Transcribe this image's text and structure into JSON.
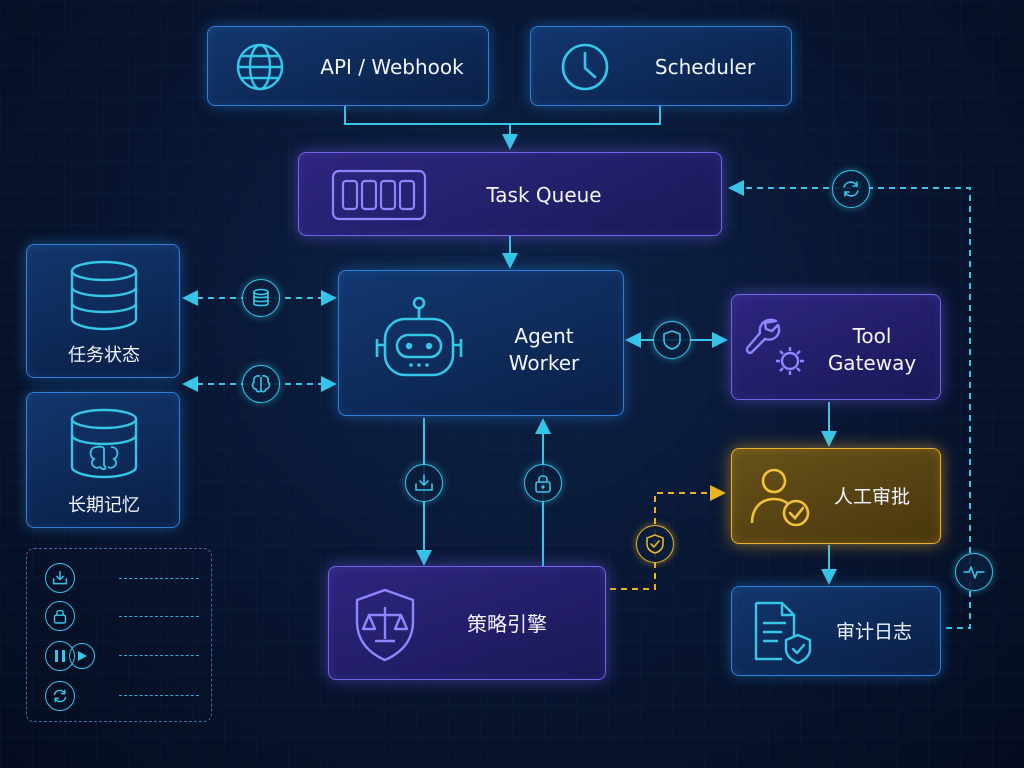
{
  "nodes": {
    "api_webhook": "API / Webhook",
    "scheduler": "Scheduler",
    "task_queue": "Task Queue",
    "task_state": "任务状态",
    "long_term_memory": "长期记忆",
    "agent_worker_line1": "Agent",
    "agent_worker_line2": "Worker",
    "tool_gateway_line1": "Tool",
    "tool_gateway_line2": "Gateway",
    "human_approval": "人工审批",
    "policy_engine": "策略引擎",
    "audit_log": "审计日志"
  },
  "colors": {
    "cyan_accent": "#36c6e8",
    "blue_border": "#2f7fd6",
    "purple_border": "#6f63e6",
    "gold_accent": "#e8b325",
    "background": "#081530"
  },
  "icons": {
    "api_webhook": "globe-icon",
    "scheduler": "clock-icon",
    "task_queue": "queue-slots-icon",
    "task_state": "database-icon",
    "long_term_memory": "database-brain-icon",
    "agent_worker": "robot-icon",
    "tool_gateway": "wrench-gear-icon",
    "human_approval": "user-check-icon",
    "policy_engine": "shield-scales-icon",
    "audit_log": "document-shield-icon"
  },
  "legend": [
    {
      "icon": "download-tray-icon"
    },
    {
      "icon": "lock-icon"
    },
    {
      "icon": "pause-play-icon"
    },
    {
      "icon": "refresh-icon"
    }
  ]
}
